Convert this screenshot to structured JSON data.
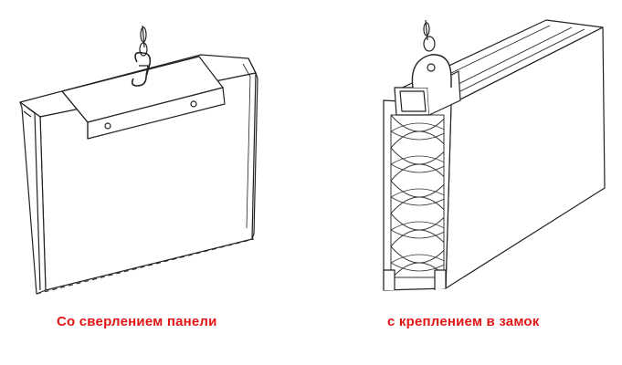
{
  "captions": {
    "left": "Со сверлением панели",
    "right": "с креплением в замок"
  },
  "colors": {
    "caption": "#e01515",
    "line": "#222222"
  },
  "figures": {
    "left": {
      "name": "panel-with-drilled-bracket",
      "icon": "hook-chain-icon"
    },
    "right": {
      "name": "panel-with-lock-mount",
      "icon": "hook-chain-icon"
    }
  }
}
